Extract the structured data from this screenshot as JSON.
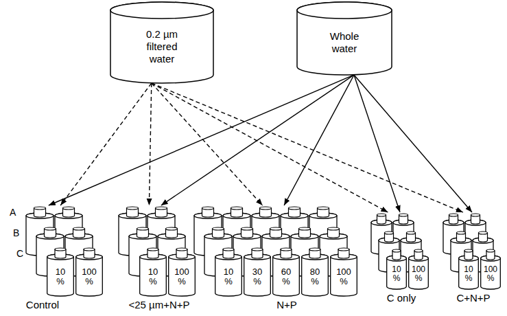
{
  "diagram": {
    "nodes": [
      {
        "text": [
          "0.2 µm filtered water"
        ]
      },
      {
        "text": [
          "Whole water"
        ]
      },
      {
        "text": [
          "Control"
        ]
      },
      {
        "text": [
          "10 %"
        ],
        "in": 2
      },
      {
        "text": [
          "100 %"
        ],
        "in": 2
      },
      {
        "text": [
          "<25 µm+N+P"
        ]
      },
      {
        "text": [
          "10 %"
        ],
        "in": 5
      },
      {
        "text": [
          "100 %"
        ],
        "in": 5
      },
      {
        "text": [
          "N+P"
        ]
      },
      {
        "text": [
          "10 %"
        ],
        "in": 8
      },
      {
        "text": [
          "30 %"
        ],
        "in": 8
      },
      {
        "text": [
          "60 %"
        ],
        "in": 8
      },
      {
        "text": [
          "80 %"
        ],
        "in": 8
      },
      {
        "text": [
          "100 %"
        ],
        "in": 8
      },
      {
        "text": [
          "C only"
        ]
      },
      {
        "text": [
          "10 %"
        ],
        "in": 14
      },
      {
        "text": [
          "100 %"
        ],
        "in": 14
      },
      {
        "text": [
          "C+N+P"
        ]
      },
      {
        "text": [
          "10 %"
        ],
        "in": 17
      },
      {
        "text": [
          "100 %"
        ],
        "in": 17
      }
    ],
    "edges": [
      {
        "from": 0,
        "to": 2,
        "arrow": "to"
      },
      {
        "from": 0,
        "to": 5,
        "arrow": "to"
      },
      {
        "from": 0,
        "to": 8,
        "arrow": "to"
      },
      {
        "from": 0,
        "to": 14,
        "arrow": "to"
      },
      {
        "from": 0,
        "to": 17,
        "arrow": "to"
      },
      {
        "from": 1,
        "to": 2,
        "arrow": "to"
      },
      {
        "from": 1,
        "to": 5,
        "arrow": "to"
      },
      {
        "from": 1,
        "to": 8,
        "arrow": "to"
      },
      {
        "from": 1,
        "to": 14,
        "arrow": "to"
      },
      {
        "from": 1,
        "to": 17,
        "arrow": "to"
      }
    ],
    "labels": [
      "A",
      "B",
      "C"
    ]
  }
}
